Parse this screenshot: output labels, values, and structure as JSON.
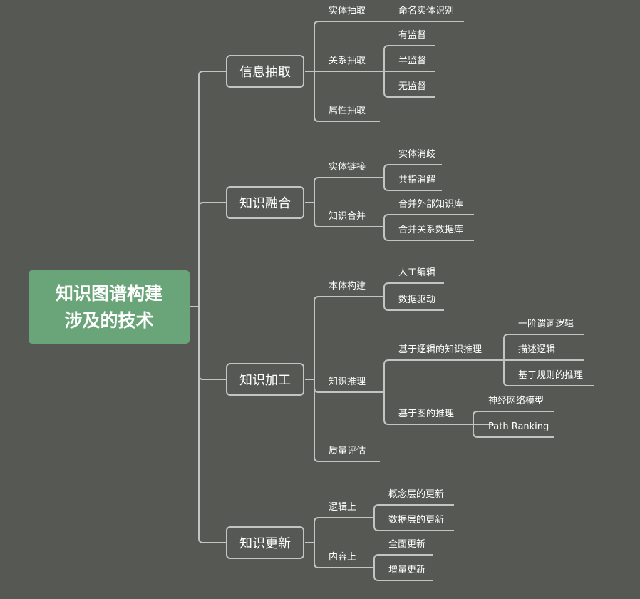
{
  "root": {
    "line1": "知识图谱构建",
    "line2": "涉及的技术"
  },
  "branches": [
    {
      "label": "信息抽取",
      "children": [
        {
          "label": "实体抽取",
          "children": [
            {
              "label": "命名实体识别"
            }
          ]
        },
        {
          "label": "关系抽取",
          "children": [
            {
              "label": "有监督"
            },
            {
              "label": "半监督"
            },
            {
              "label": "无监督"
            }
          ]
        },
        {
          "label": "属性抽取"
        }
      ]
    },
    {
      "label": "知识融合",
      "children": [
        {
          "label": "实体链接",
          "children": [
            {
              "label": "实体消歧"
            },
            {
              "label": "共指消解"
            }
          ]
        },
        {
          "label": "知识合并",
          "children": [
            {
              "label": "合并外部知识库"
            },
            {
              "label": "合并关系数据库"
            }
          ]
        }
      ]
    },
    {
      "label": "知识加工",
      "children": [
        {
          "label": "本体构建",
          "children": [
            {
              "label": "人工编辑"
            },
            {
              "label": "数据驱动"
            }
          ]
        },
        {
          "label": "知识推理",
          "children": [
            {
              "label": "基于逻辑的知识推理",
              "children": [
                {
                  "label": "一阶谓词逻辑"
                },
                {
                  "label": "描述逻辑"
                },
                {
                  "label": "基于规则的推理"
                }
              ]
            },
            {
              "label": "基于图的推理",
              "children": [
                {
                  "label": "神经网络模型"
                },
                {
                  "label": "Path Ranking"
                }
              ]
            }
          ]
        },
        {
          "label": "质量评估"
        }
      ]
    },
    {
      "label": "知识更新",
      "children": [
        {
          "label": "逻辑上",
          "children": [
            {
              "label": "概念层的更新"
            },
            {
              "label": "数据层的更新"
            }
          ]
        },
        {
          "label": "内容上",
          "children": [
            {
              "label": "全面更新"
            },
            {
              "label": "增量更新"
            }
          ]
        }
      ]
    }
  ]
}
